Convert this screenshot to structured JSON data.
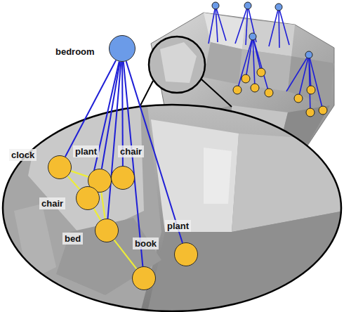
{
  "diagram": {
    "nodes": [
      {
        "text": [
          "bedroom"
        ]
      },
      {
        "text": [
          "clock"
        ]
      },
      {
        "text": [
          "plant"
        ]
      },
      {
        "text": [
          "chair"
        ]
      },
      {
        "text": [
          "chair"
        ]
      },
      {
        "text": [
          "bed"
        ]
      },
      {
        "text": [
          "book"
        ]
      },
      {
        "text": [
          "plant"
        ]
      }
    ],
    "edges": [
      {
        "from": 0,
        "to": 1,
        "arrow": "none"
      },
      {
        "from": 0,
        "to": 2,
        "arrow": "none"
      },
      {
        "from": 0,
        "to": 3,
        "arrow": "none"
      },
      {
        "from": 0,
        "to": 4,
        "arrow": "none"
      },
      {
        "from": 0,
        "to": 5,
        "arrow": "none"
      },
      {
        "from": 0,
        "to": 6,
        "arrow": "none"
      },
      {
        "from": 0,
        "to": 7,
        "arrow": "none"
      },
      {
        "from": 1,
        "to": 2,
        "arrow": "none"
      },
      {
        "from": 1,
        "to": 4,
        "arrow": "none"
      },
      {
        "from": 4,
        "to": 5,
        "arrow": "none"
      },
      {
        "from": 2,
        "to": 5,
        "arrow": "none"
      },
      {
        "from": 5,
        "to": 6,
        "arrow": "none"
      }
    ]
  }
}
